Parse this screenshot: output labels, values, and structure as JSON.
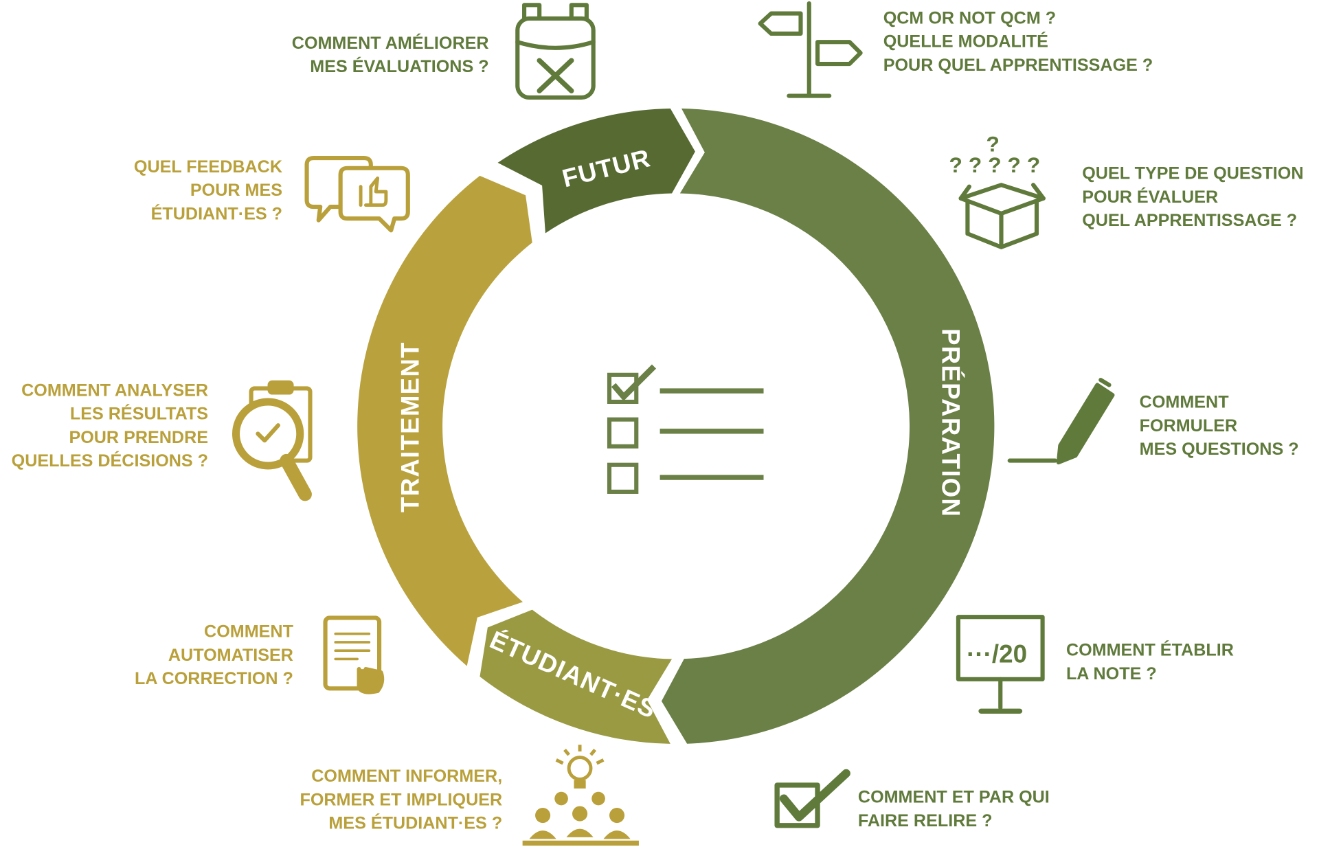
{
  "colors": {
    "futur": "#566a32",
    "preparation": "#6a8046",
    "etudiant": "#999a42",
    "traitement": "#b9a23e",
    "text_green": "#5f7a3b",
    "text_gold": "#b9a03a"
  },
  "cycle": {
    "segments": [
      {
        "id": "futur",
        "label": "FUTUR"
      },
      {
        "id": "preparation",
        "label": "PRÉPARATION"
      },
      {
        "id": "etudiant",
        "label": "ÉTUDIANT·ES"
      },
      {
        "id": "traitement",
        "label": "TRAITEMENT"
      }
    ],
    "center_icon": "checklist-icon"
  },
  "questions": [
    {
      "id": "ameliorer",
      "icon": "backpack-tools-icon",
      "color": "green",
      "lines": [
        "COMMENT AMÉLIORER",
        "MES ÉVALUATIONS ?"
      ]
    },
    {
      "id": "qcm",
      "icon": "signpost-icon",
      "color": "green",
      "lines": [
        "QCM OR NOT QCM ?",
        "QUELLE MODALITÉ",
        "POUR QUEL APPRENTISSAGE ?"
      ]
    },
    {
      "id": "feedback",
      "icon": "speech-bubbles-thumbs-up-icon",
      "color": "gold",
      "lines": [
        "QUEL FEEDBACK",
        "POUR MES",
        "ÉTUDIANT·ES ?"
      ]
    },
    {
      "id": "type-question",
      "icon": "question-box-icon",
      "color": "green",
      "lines": [
        "QUEL TYPE DE QUESTION",
        "POUR ÉVALUER",
        "QUEL APPRENTISSAGE ?"
      ]
    },
    {
      "id": "analyser",
      "icon": "magnifier-clipboard-icon",
      "color": "gold",
      "lines": [
        "COMMENT ANALYSER",
        "LES RÉSULTATS",
        "POUR PRENDRE",
        "QUELLES DÉCISIONS ?"
      ]
    },
    {
      "id": "formuler",
      "icon": "pen-icon",
      "color": "green",
      "lines": [
        "COMMENT",
        "FORMULER",
        "MES QUESTIONS ?"
      ]
    },
    {
      "id": "automatiser",
      "icon": "tablet-touch-icon",
      "color": "gold",
      "lines": [
        "COMMENT",
        "AUTOMATISER",
        "LA CORRECTION ?"
      ]
    },
    {
      "id": "note",
      "icon": "monitor-grade-icon",
      "color": "green",
      "lines": [
        "COMMENT ÉTABLIR",
        "LA NOTE ?"
      ],
      "icon_text": "···/20"
    },
    {
      "id": "informer",
      "icon": "audience-lightbulb-icon",
      "color": "gold",
      "lines": [
        "COMMENT INFORMER,",
        "FORMER ET IMPLIQUER",
        "MES ÉTUDIANT·ES ?"
      ]
    },
    {
      "id": "relire",
      "icon": "checkbox-checked-icon",
      "color": "green",
      "lines": [
        "COMMENT ET PAR QUI",
        "FAIRE RELIRE ?"
      ]
    }
  ]
}
